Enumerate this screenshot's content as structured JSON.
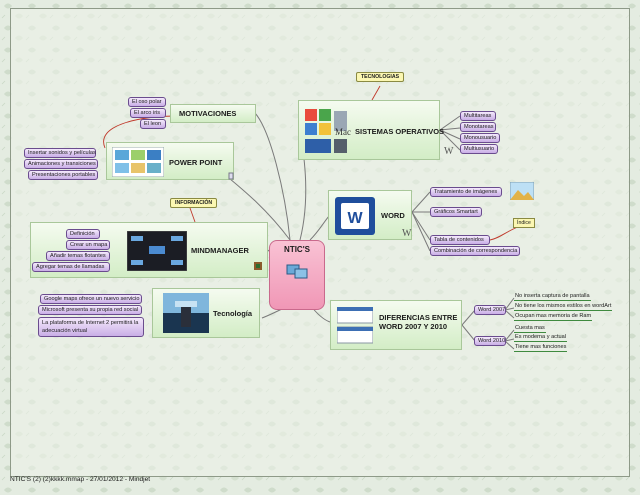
{
  "center": {
    "label": "NTIC'S"
  },
  "branches": {
    "motivaciones": {
      "title": "MOTIVACIONES",
      "items": [
        "El oso polar",
        "El arco iris",
        "El leon"
      ]
    },
    "power_point": {
      "title": "POWER POINT",
      "items": [
        "Insertar sonidos y películas",
        "Animaciones y transiciones",
        "Presentaciones portables"
      ]
    },
    "mindmanager": {
      "title": "MINDMANAGER",
      "callout": "INFORMACIÓN",
      "items": [
        "Definición",
        "Crear un mapa",
        "Añadir temas flotantes",
        "Agregar temas de llamadas"
      ]
    },
    "tecnologia": {
      "title": "Tecnología",
      "items": [
        "Google maps ofrece un nuevo servicio",
        "Microsoft presenta su propia red social",
        "La plataforma de Internet 2 permitirá la adecuación virtual"
      ]
    },
    "sistemas": {
      "title": "SISTEMAS OPERATIVOS",
      "callout": "TECNOLOGIAS",
      "items": [
        "Multitareas",
        "Monotareas",
        "Monousuario",
        "Multiusuario"
      ],
      "logo_text": "Mac"
    },
    "word": {
      "title": "WORD",
      "note": "Índice",
      "items": [
        "Tratamiento de imágenes",
        "Gráficos Smartart",
        "Tabla de contenidos",
        "Combinación de correspondencia"
      ]
    },
    "diferencias": {
      "title": "DIFERENCIAS ENTRE WORD 2007 Y 2010",
      "groups": [
        {
          "label": "Word 2007",
          "items": [
            "No inserta captura de pantalla",
            "No tiene los mismos estilos en wordArt",
            "Ocupan mas memoria de Ram"
          ]
        },
        {
          "label": "Word 2010",
          "items": [
            "Cuesta mas",
            "Es moderna y actual",
            "Tiene mas funciones"
          ]
        }
      ]
    }
  },
  "footer": "NTIC'S (2) (2)kkkk.mmap - 27/01/2012 - Mindjet",
  "colors": {
    "topic_fill": "#d3edc6",
    "subtopic_fill": "#c9aee6",
    "center_fill": "#f097b6",
    "callout_fill": "#fbf7b2",
    "accent_red": "#c0392b"
  }
}
